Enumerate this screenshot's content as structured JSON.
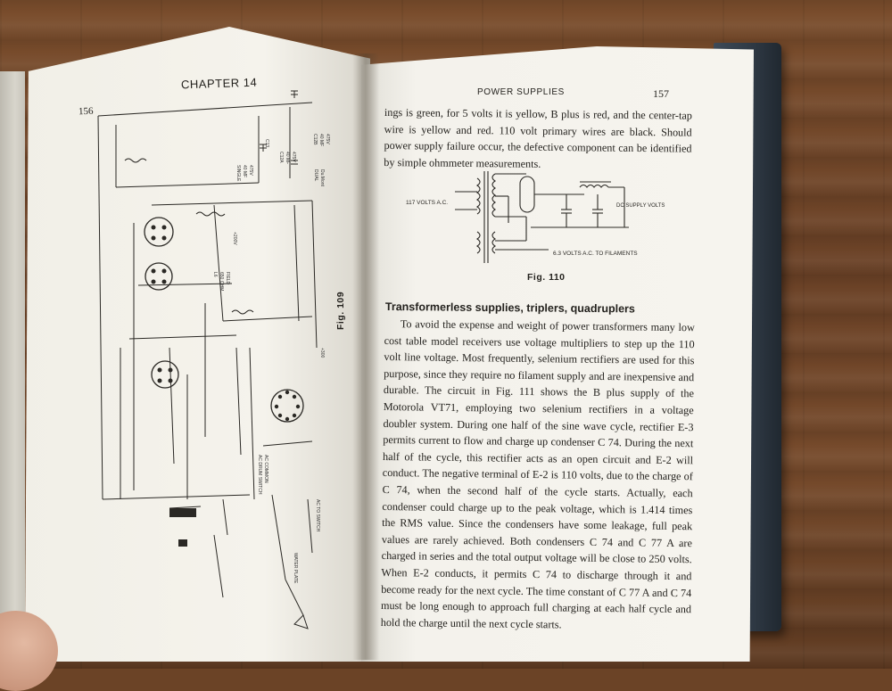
{
  "left_page": {
    "chapter": "CHAPTER 14",
    "page_number": "156",
    "figure_caption": "Fig. 109",
    "schematic_labels": [
      "C12B",
      "40 MF",
      "475V",
      "DUAL",
      "Du.Mont",
      "C12A",
      "40 MF",
      "475V",
      "SINGLE",
      "C13",
      "40 MF",
      "475V",
      "L6",
      "650 OHM",
      "FIELD",
      "+200V",
      "+300",
      "AC DRUM SWITCH",
      "AC COMMON",
      "AC TO SWITCH",
      "WATER PLATE"
    ]
  },
  "right_page": {
    "running_head": "POWER SUPPLIES",
    "page_number": "157",
    "intro_paragraph": "ings is green, for 5 volts it is yellow, B plus is red, and the center-tap wire is yellow and red. 110 volt primary wires are black. Should power supply failure occur, the defective component can be identified by simple ohmmeter measurements.",
    "figure": {
      "caption": "Fig. 110",
      "input_label": "117 VOLTS A.C.",
      "output_label": "DC SUPPLY VOLTS",
      "filament_label": "6.3 VOLTS A.C. TO FILAMENTS"
    },
    "section_heading": "Transformerless supplies, triplers, quadruplers",
    "body_paragraph": "To avoid the expense and weight of power transformers many low cost table model receivers use voltage multipliers to step up the 110 volt line voltage. Most frequently, selenium rectifiers are used for this purpose, since they require no filament supply and are inexpensive and durable. The circuit in Fig. 111 shows the B plus supply of the Motorola VT71, employing two selenium rectifiers in a voltage doubler system. During one half of the sine wave cycle, rectifier E-3 permits current to flow and charge up condenser C 74. During the next half of the cycle, this rectifier acts as an open circuit and E-2 will conduct. The negative terminal of E-2 is 110 volts, due to the charge of C 74, when the second half of the cycle starts. Actually, each condenser could charge up to the peak voltage, which is 1.414 times the RMS value. Since the condensers have some leakage, full peak values are rarely achieved. Both condensers C 74 and C 77 A are charged in series and the total output voltage will be close to 250 volts. When E-2 conducts, it permits C 74 to discharge through it and become ready for the next cycle. The time constant of C 77 A and C 74 must be long enough to approach full charging at each half cycle and hold the charge until the next cycle starts."
  },
  "colors": {
    "table_wood": "#6b4326",
    "page_paper": "#f4f2ec",
    "book_cover": "#2e3843",
    "ink": "#24221e"
  }
}
